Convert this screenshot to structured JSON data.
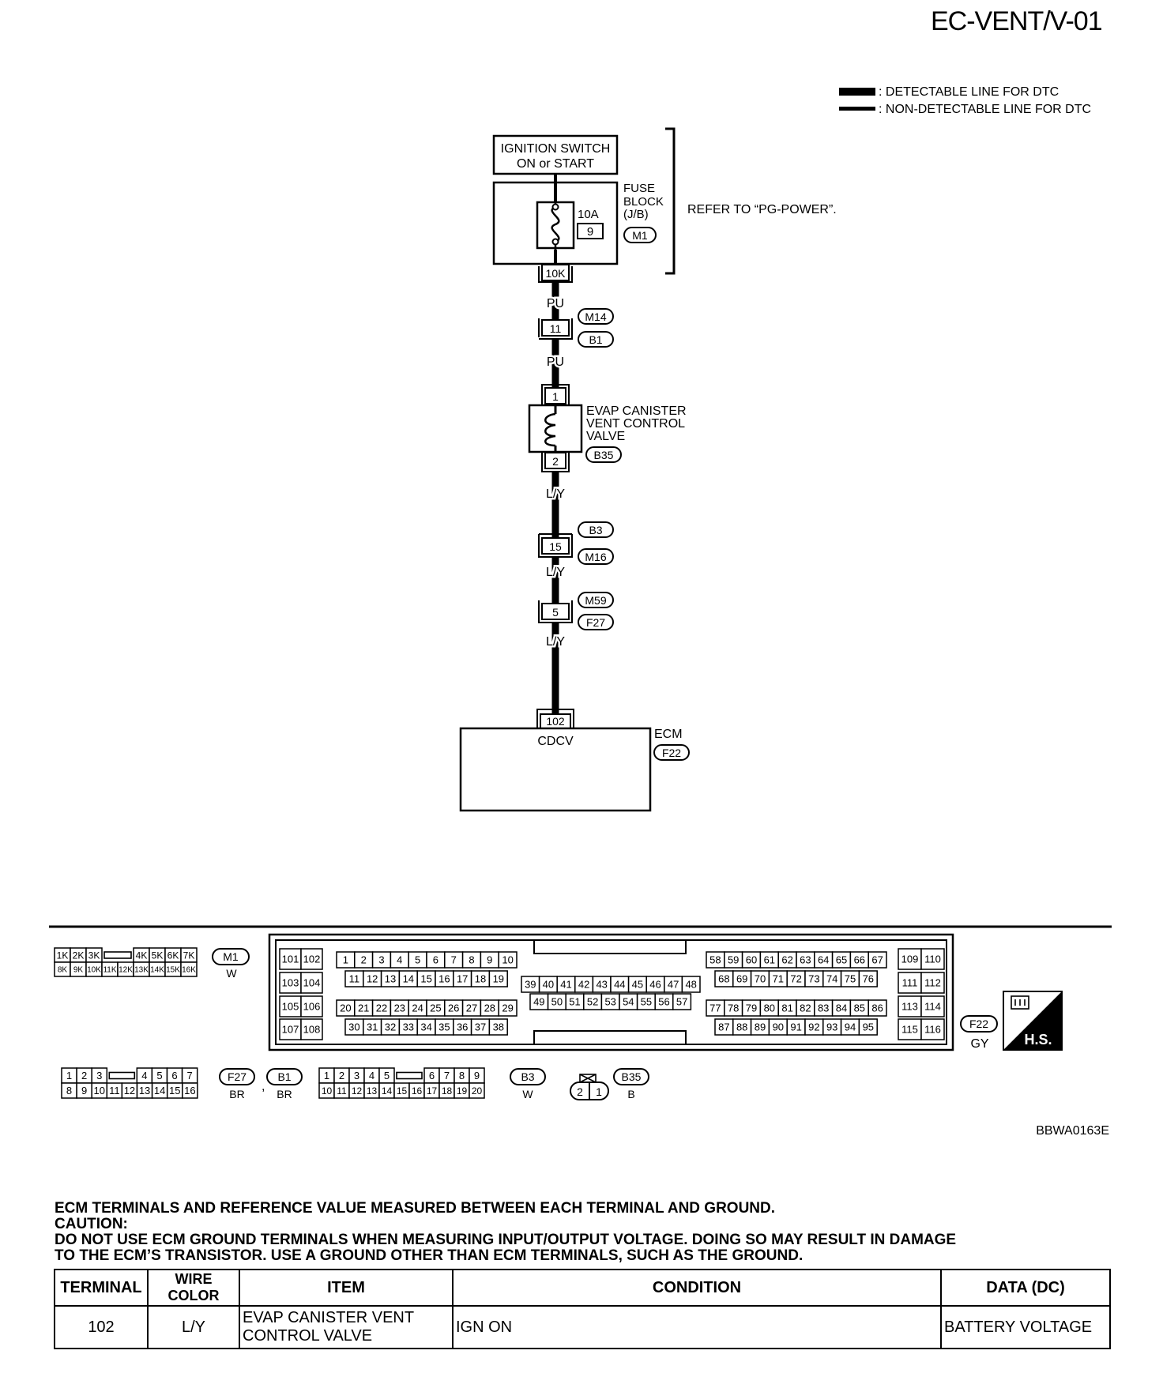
{
  "page_code": "EC-VENT/V-01",
  "legend": {
    "detectable": ": DETECTABLE LINE FOR DTC",
    "non_detectable": ": NON-DETECTABLE LINE FOR DTC"
  },
  "refer_note": "REFER TO “PG-POWER”.",
  "ignition_switch": {
    "line1": "IGNITION SWITCH",
    "line2": "ON or START"
  },
  "fuse_block": {
    "line1": "FUSE",
    "line2": "BLOCK",
    "line3": "(J/B)",
    "connector": "M1",
    "amperage": "10A",
    "fuse_no": "9",
    "terminal": "10K"
  },
  "wire_colors": {
    "pu": "PU",
    "ly": "L/Y"
  },
  "joint_1": {
    "terminal": "11",
    "top": "M14",
    "bottom": "B1"
  },
  "valve": {
    "line1": "EVAP CANISTER",
    "line2": "VENT CONTROL",
    "line3": "VALVE",
    "connector": "B35",
    "pin_top": "1",
    "pin_bottom": "2"
  },
  "joint_2": {
    "terminal": "15",
    "top": "B3",
    "bottom": "M16"
  },
  "joint_3": {
    "terminal": "5",
    "top": "M59",
    "bottom": "F27"
  },
  "ecm": {
    "terminal": "102",
    "signal": "CDCV",
    "label": "ECM",
    "connector": "F22"
  },
  "connectors": {
    "m1": {
      "id": "M1",
      "color": "W",
      "row1": [
        "1K",
        "2K",
        "3K",
        "",
        "4K",
        "5K",
        "6K",
        "7K"
      ],
      "row2": [
        "8K",
        "9K",
        "10K",
        "11K",
        "12K",
        "13K",
        "14K",
        "15K",
        "16K"
      ]
    },
    "f22": {
      "id": "F22",
      "color": "GY",
      "b1": [
        "101",
        "102",
        "103",
        "104",
        "105",
        "106",
        "107",
        "108"
      ],
      "b2a": [
        "1",
        "2",
        "3",
        "4",
        "5",
        "6",
        "7",
        "8",
        "9",
        "10"
      ],
      "b2b": [
        "11",
        "12",
        "13",
        "14",
        "15",
        "16",
        "17",
        "18",
        "19"
      ],
      "b2c": [
        "20",
        "21",
        "22",
        "23",
        "24",
        "25",
        "26",
        "27",
        "28",
        "29"
      ],
      "b2d": [
        "30",
        "31",
        "32",
        "33",
        "34",
        "35",
        "36",
        "37",
        "38"
      ],
      "b3a": [
        "39",
        "40",
        "41",
        "42",
        "43",
        "44",
        "45",
        "46",
        "47",
        "48"
      ],
      "b3b": [
        "49",
        "50",
        "51",
        "52",
        "53",
        "54",
        "55",
        "56",
        "57"
      ],
      "b4a": [
        "58",
        "59",
        "60",
        "61",
        "62",
        "63",
        "64",
        "65",
        "66",
        "67"
      ],
      "b4b": [
        "68",
        "69",
        "70",
        "71",
        "72",
        "73",
        "74",
        "75",
        "76"
      ],
      "b4c": [
        "77",
        "78",
        "79",
        "80",
        "81",
        "82",
        "83",
        "84",
        "85",
        "86"
      ],
      "b4d": [
        "87",
        "88",
        "89",
        "90",
        "91",
        "92",
        "93",
        "94",
        "95"
      ],
      "b5": [
        "109",
        "110",
        "111",
        "112",
        "113",
        "114",
        "115",
        "116"
      ]
    },
    "f27": {
      "id": "F27",
      "color": "BR",
      "row1": [
        "1",
        "2",
        "3",
        "",
        "4",
        "5",
        "6",
        "7"
      ],
      "row2": [
        "8",
        "9",
        "10",
        "11",
        "12",
        "13",
        "14",
        "15",
        "16"
      ]
    },
    "b1": {
      "id": "B1",
      "color": "BR"
    },
    "b3": {
      "id": "B3",
      "color": "W",
      "row1": [
        "1",
        "2",
        "3",
        "4",
        "5",
        "",
        "6",
        "7",
        "8",
        "9"
      ],
      "row2": [
        "10",
        "11",
        "12",
        "13",
        "14",
        "15",
        "16",
        "17",
        "18",
        "19",
        "20"
      ]
    },
    "b35": {
      "id": "B35",
      "color": "B",
      "pins": [
        "2",
        "1"
      ]
    },
    "hs": "H.S."
  },
  "figure_id": "BBWA0163E",
  "notes": {
    "line1": "ECM TERMINALS AND REFERENCE VALUE MEASURED BETWEEN EACH TERMINAL AND GROUND.",
    "line2": "CAUTION:",
    "line3": "DO NOT USE ECM GROUND TERMINALS WHEN MEASURING INPUT/OUTPUT VOLTAGE. DOING SO MAY RESULT IN DAMAGE",
    "line4": "TO THE ECM’S TRANSISTOR. USE A GROUND OTHER THAN ECM TERMINALS, SUCH AS THE GROUND."
  },
  "table": {
    "headers": [
      "TERMINAL",
      "WIRE COLOR",
      "ITEM",
      "CONDITION",
      "DATA (DC)"
    ],
    "rows": [
      {
        "terminal": "102",
        "wire_color": "L/Y",
        "item_line1": "EVAP CANISTER VENT",
        "item_line2": "CONTROL VALVE",
        "condition": "IGN ON",
        "data": "BATTERY VOLTAGE"
      }
    ]
  }
}
